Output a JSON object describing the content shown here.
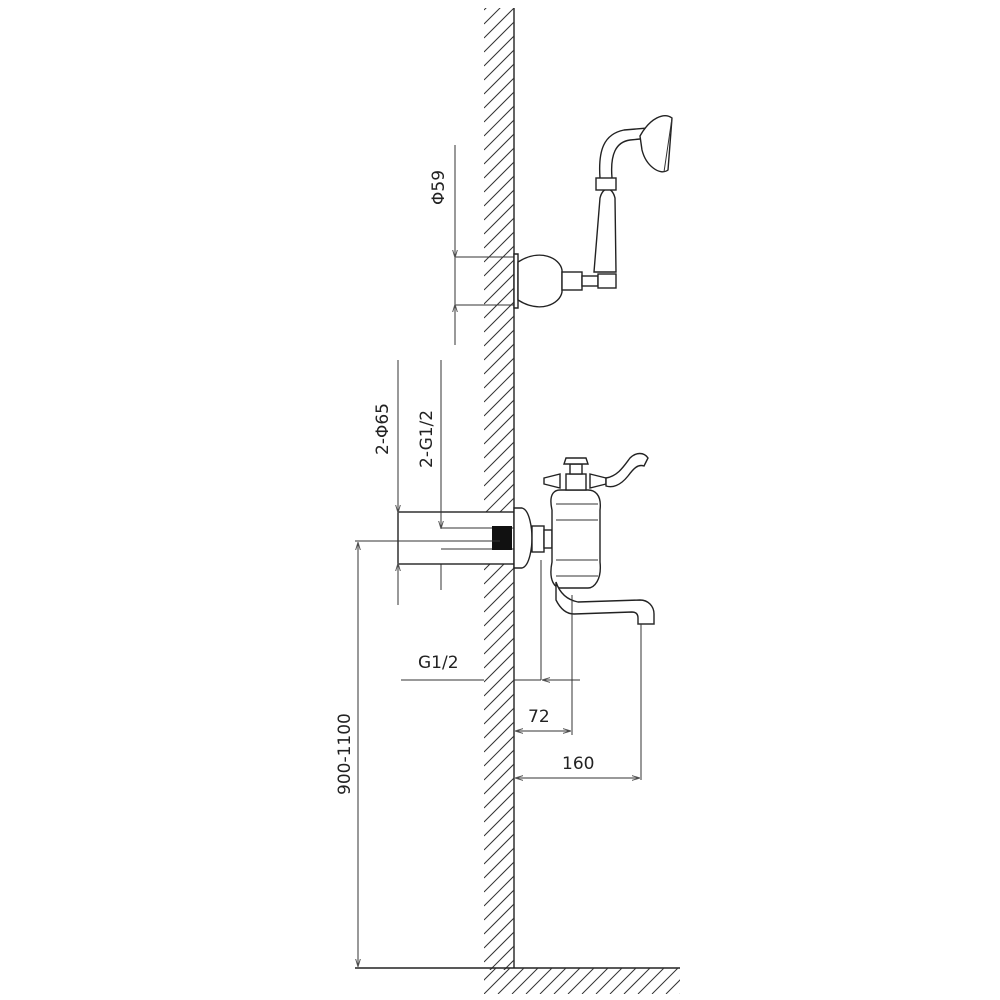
{
  "dimensions": {
    "shower_diameter": "Φ59",
    "outlet_diameter": "2-Φ65",
    "outlet_thread": "2-G1/2",
    "inlet_thread": "G1/2",
    "mixer_depth": "72",
    "spout_reach": "160",
    "mount_height": "900-1100"
  }
}
